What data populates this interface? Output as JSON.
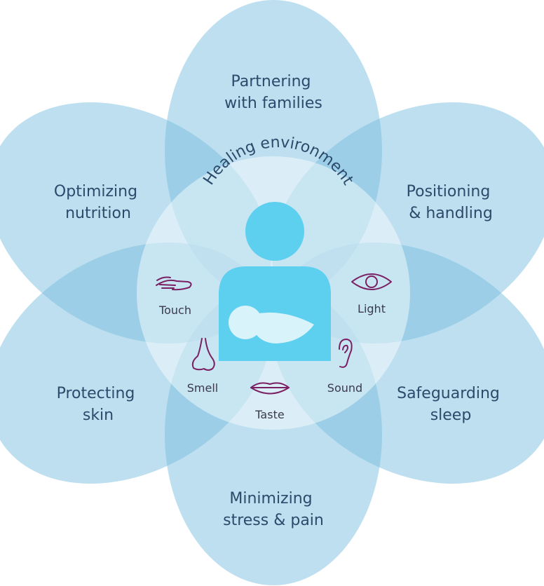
{
  "diagram": {
    "center_label": "Healing environment",
    "petals": [
      {
        "line1": "Partnering",
        "line2": "with families"
      },
      {
        "line1": "Positioning",
        "line2": "& handling"
      },
      {
        "line1": "Safeguarding",
        "line2": "sleep"
      },
      {
        "line1": "Minimizing",
        "line2": "stress & pain"
      },
      {
        "line1": "Protecting",
        "line2": "skin"
      },
      {
        "line1": "Optimizing",
        "line2": "nutrition"
      }
    ],
    "senses": {
      "touch": "Touch",
      "light": "Light",
      "smell": "Smell",
      "sound": "Sound",
      "taste": "Taste"
    }
  },
  "colors": {
    "petal": "#7cbfe0",
    "figure": "#5dcfef",
    "icon": "#7a1f62",
    "text": "#2c4a6b"
  }
}
